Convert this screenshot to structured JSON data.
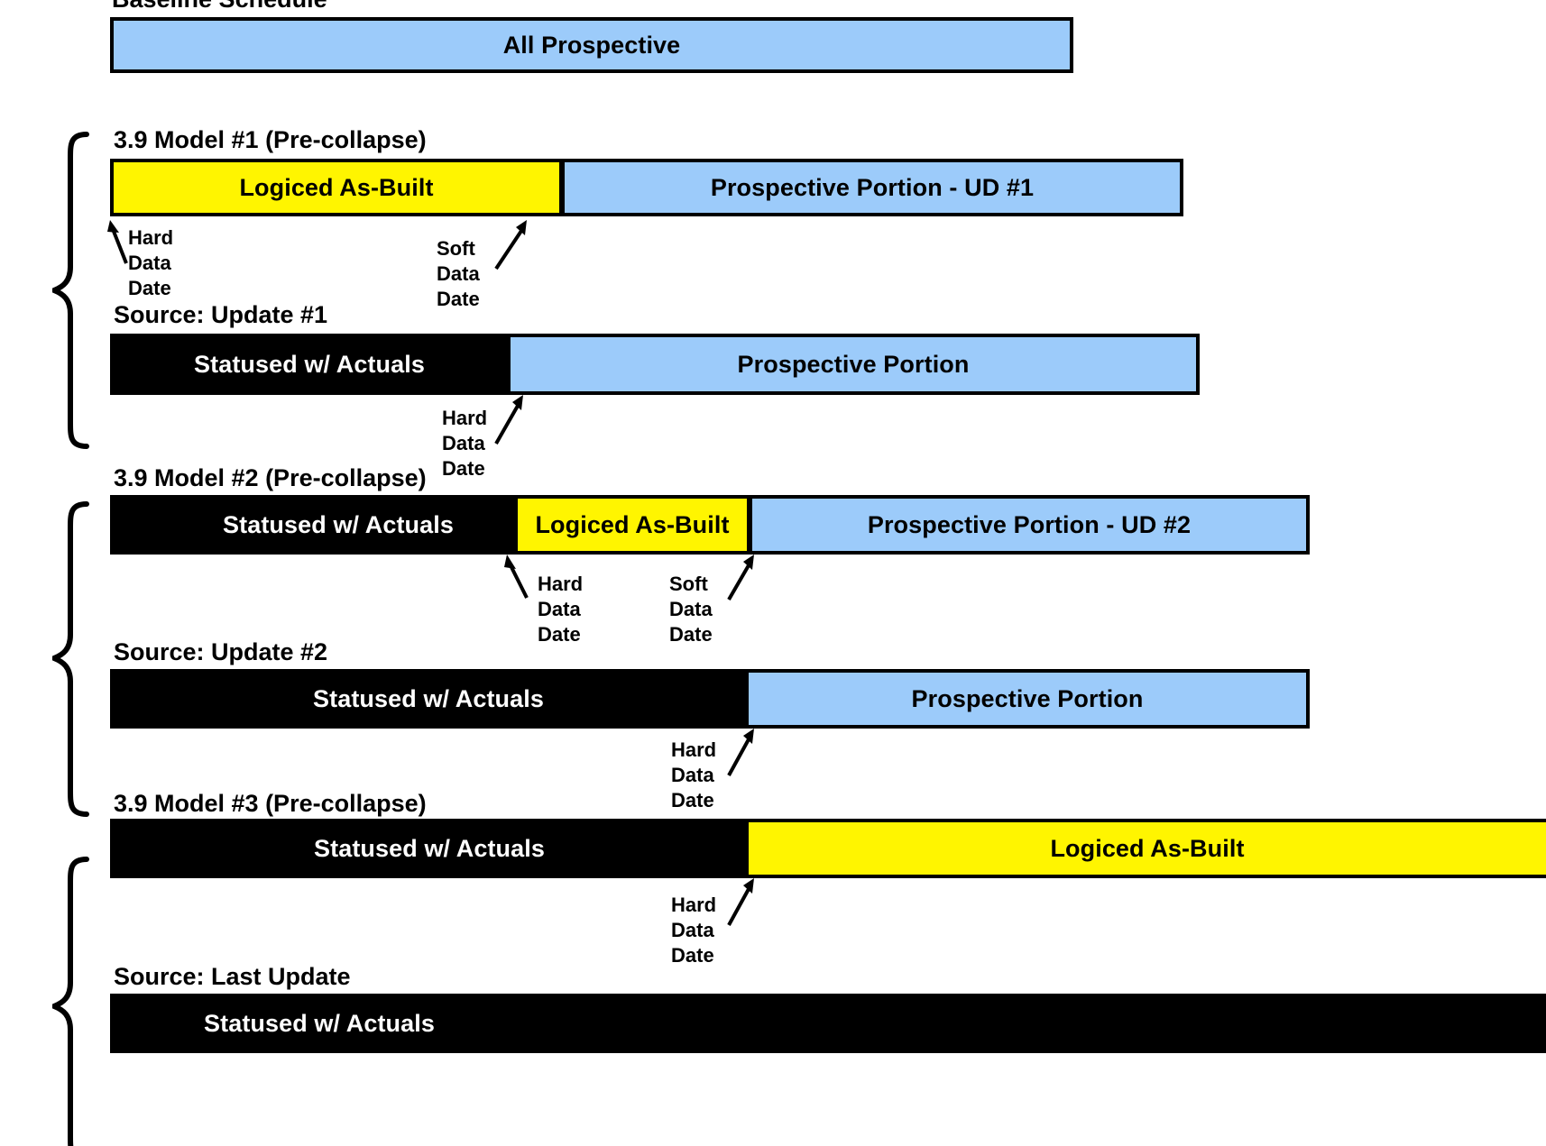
{
  "diagram": {
    "title": "Baseline Schedule",
    "colors": {
      "prospective": "#9CCBFA",
      "as_built": "#FFF500",
      "statused": "#000000",
      "outline": "#000000",
      "background": "#FFFFFF"
    },
    "rows": [
      {
        "id": "baseline",
        "title": "Baseline Schedule",
        "segments": [
          {
            "label": "All Prospective",
            "type": "prospective"
          }
        ],
        "annotations": []
      },
      {
        "id": "model-1",
        "title": "3.9 Model #1 (Pre-collapse)",
        "segments": [
          {
            "label": "Logiced As-Built",
            "type": "as-built"
          },
          {
            "label": "Prospective Portion - UD #1",
            "type": "prospective"
          }
        ],
        "annotations": [
          {
            "label": "Hard\nData\nDate",
            "kind": "hard-data-date"
          },
          {
            "label": "Soft\nData\nDate",
            "kind": "soft-data-date"
          }
        ]
      },
      {
        "id": "source-update-1",
        "title": "Source: Update #1",
        "segments": [
          {
            "label": "Statused w/ Actuals",
            "type": "statused"
          },
          {
            "label": "Prospective Portion",
            "type": "prospective"
          }
        ],
        "annotations": [
          {
            "label": "Hard\nData\nDate",
            "kind": "hard-data-date"
          }
        ]
      },
      {
        "id": "model-2",
        "title": "3.9 Model #2 (Pre-collapse)",
        "segments": [
          {
            "label": "Statused w/ Actuals",
            "type": "statused"
          },
          {
            "label": "Logiced As-Built",
            "type": "as-built"
          },
          {
            "label": "Prospective Portion - UD #2",
            "type": "prospective"
          }
        ],
        "annotations": [
          {
            "label": "Hard\nData\nDate",
            "kind": "hard-data-date"
          },
          {
            "label": "Soft\nData\nDate",
            "kind": "soft-data-date"
          }
        ]
      },
      {
        "id": "source-update-2",
        "title": "Source: Update #2",
        "segments": [
          {
            "label": "Statused w/ Actuals",
            "type": "statused"
          },
          {
            "label": "Prospective Portion",
            "type": "prospective"
          }
        ],
        "annotations": [
          {
            "label": "Hard\nData\nDate",
            "kind": "hard-data-date"
          }
        ]
      },
      {
        "id": "model-3",
        "title": "3.9 Model #3 (Pre-collapse)",
        "segments": [
          {
            "label": "Statused w/ Actuals",
            "type": "statused"
          },
          {
            "label": "Logiced As-Built",
            "type": "as-built"
          }
        ],
        "annotations": [
          {
            "label": "Hard\nData\nDate",
            "kind": "hard-data-date"
          }
        ]
      },
      {
        "id": "source-last-update",
        "title": "Source: Last Update",
        "segments": [
          {
            "label": "Statused w/ Actuals",
            "type": "statused"
          }
        ],
        "annotations": []
      }
    ],
    "groups": [
      {
        "id": "group-1",
        "pairs": "3.9 Model #1 (Pre-collapse) / Source: Update #1"
      },
      {
        "id": "group-2",
        "pairs": "3.9 Model #2 (Pre-collapse) / Source: Update #2"
      },
      {
        "id": "group-3",
        "pairs": "3.9 Model #3 (Pre-collapse) / Source: Last Update"
      }
    ],
    "labels": {
      "baseline_title": "Baseline Schedule",
      "all_prospective": "All Prospective",
      "model_1_title": "3.9 Model #1 (Pre-collapse)",
      "model_1_seg_1": "Logiced As-Built",
      "model_1_seg_2": "Prospective Portion - UD #1",
      "model_1_hard": "Hard",
      "model_1_hard_2": "Data",
      "model_1_hard_3": "Date",
      "model_1_soft": "Soft",
      "model_1_soft_2": "Data",
      "model_1_soft_3": "Date",
      "update_1_title": "Source: Update #1",
      "update_1_seg_1": "Statused w/ Actuals",
      "update_1_seg_2": "Prospective Portion",
      "update_1_hard": "Hard",
      "update_1_hard_2": "Data",
      "update_1_hard_3": "Date",
      "model_2_title": "3.9 Model #2 (Pre-collapse)",
      "model_2_seg_1": "Statused w/ Actuals",
      "model_2_seg_2": "Logiced As-Built",
      "model_2_seg_3": "Prospective Portion - UD #2",
      "model_2_hard": "Hard",
      "model_2_hard_2": "Data",
      "model_2_hard_3": "Date",
      "model_2_soft": "Soft",
      "model_2_soft_2": "Data",
      "model_2_soft_3": "Date",
      "update_2_title": "Source: Update #2",
      "update_2_seg_1": "Statused w/ Actuals",
      "update_2_seg_2": "Prospective Portion",
      "update_2_hard": "Hard",
      "update_2_hard_2": "Data",
      "update_2_hard_3": "Date",
      "model_3_title": "3.9 Model #3 (Pre-collapse)",
      "model_3_seg_1": "Statused w/ Actuals",
      "model_3_seg_2": "Logiced As-Built",
      "model_3_hard": "Hard",
      "model_3_hard_2": "Data",
      "model_3_hard_3": "Date",
      "last_update_title": "Source: Last Update",
      "last_update_seg_1": "Statused w/ Actuals"
    }
  }
}
